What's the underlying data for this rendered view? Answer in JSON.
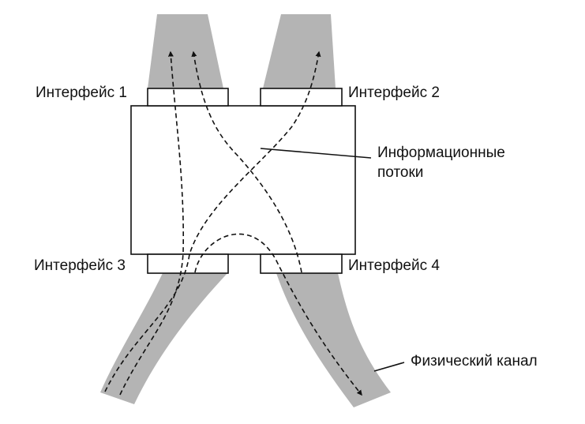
{
  "interfaces": {
    "if1": "Интерфейс 1",
    "if2": "Интерфейс 2",
    "if3": "Интерфейс 3",
    "if4": "Интерфейс 4"
  },
  "info_flows": {
    "line1": "Информационные",
    "line2": "потоки"
  },
  "physical_channel": "Физический канал",
  "colors": {
    "channel": "#b4b4b4",
    "stroke": "#111111",
    "background": "#ffffff"
  }
}
